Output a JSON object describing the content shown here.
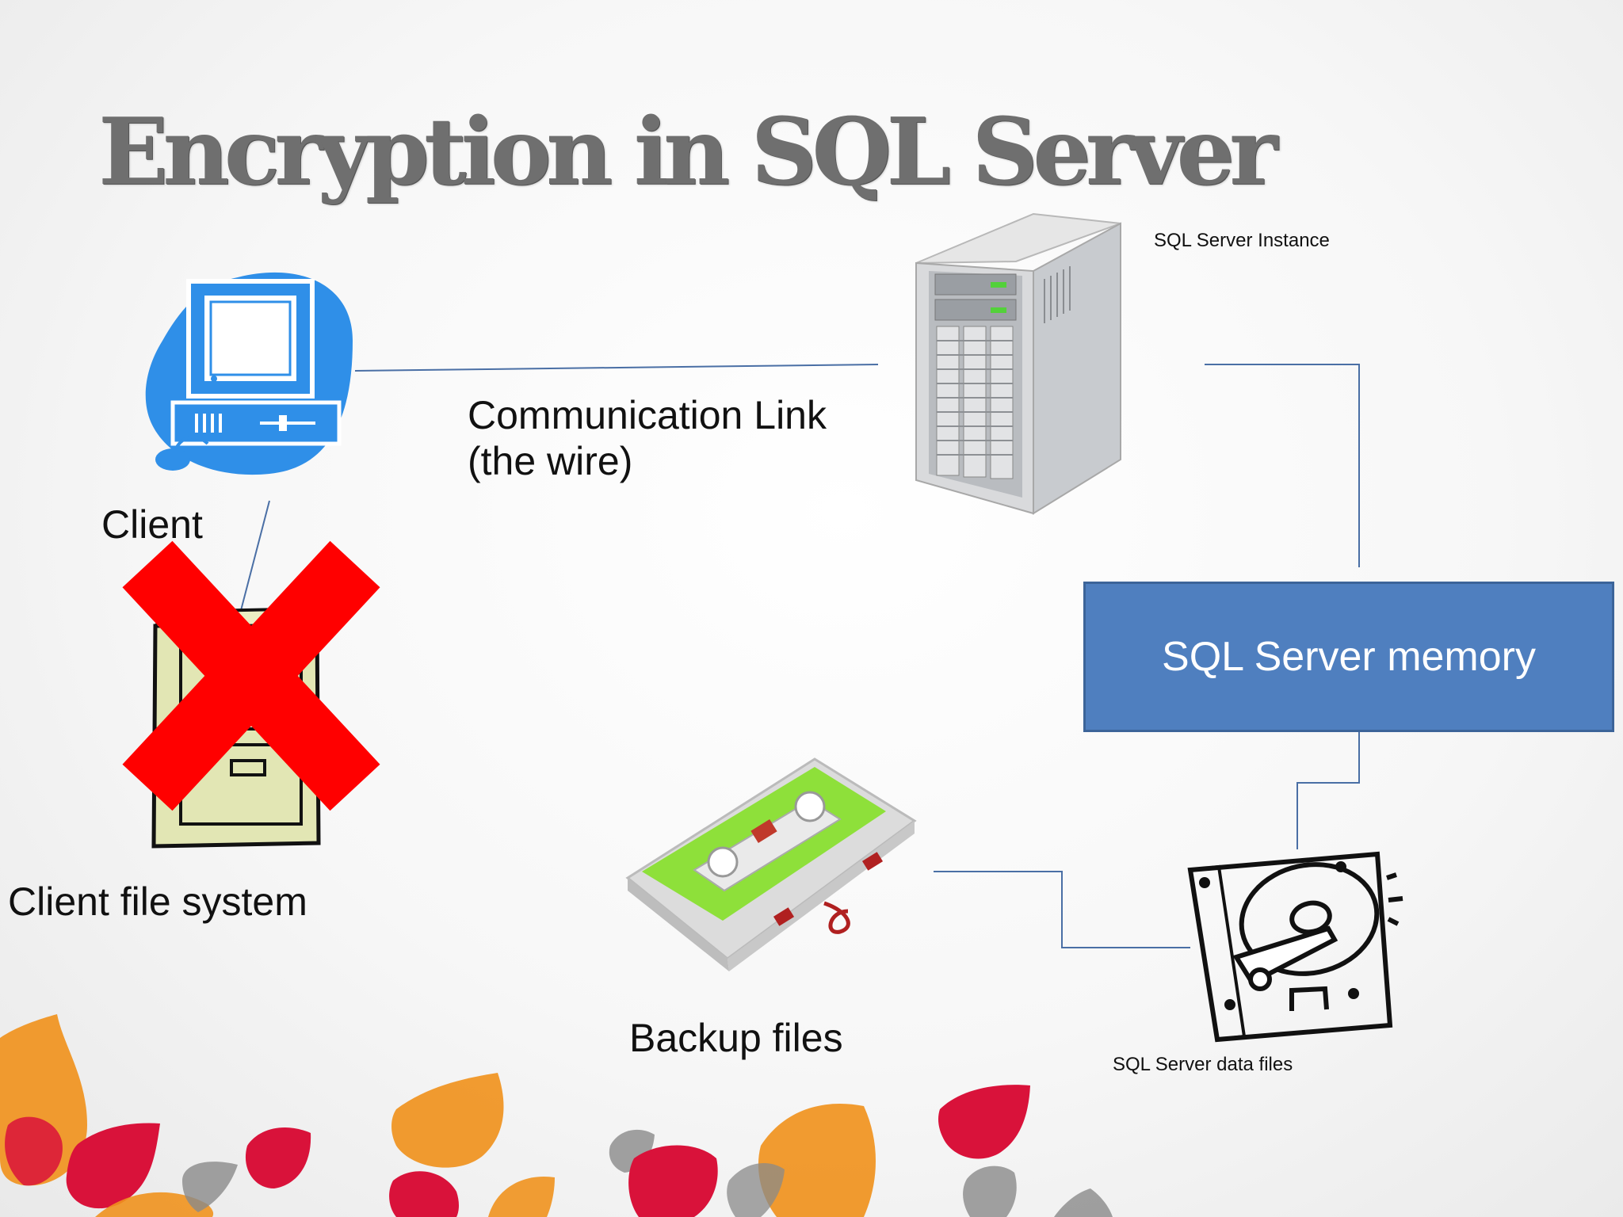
{
  "title": "Encryption in SQL Server",
  "labels": {
    "client": "Client",
    "client_file_system": "Client file system",
    "communication_link_line1": "Communication Link",
    "communication_link_line2": "(the wire)",
    "sql_server_instance": "SQL Server Instance",
    "sql_server_memory": "SQL Server memory",
    "backup_files": "Backup files",
    "sql_server_data_files": "SQL Server data files"
  },
  "icons": {
    "client": "desktop-computer-icon",
    "server": "server-tower-icon",
    "file_cabinet": "file-cabinet-icon",
    "not_applicable_mark": "red-x-icon",
    "backup": "cassette-tape-icon",
    "disk": "hard-drive-icon"
  },
  "colors": {
    "title": "#6f6f6f",
    "connector": "#4a6fa5",
    "memory_box": "#4f7fbf",
    "x_mark": "#ff0000",
    "client_icon": "#2f8fe8",
    "tape_label": "#8ee03a",
    "decor_orange": "#f0921e",
    "decor_red": "#d9123a",
    "decor_gray": "#8a8a8a"
  }
}
